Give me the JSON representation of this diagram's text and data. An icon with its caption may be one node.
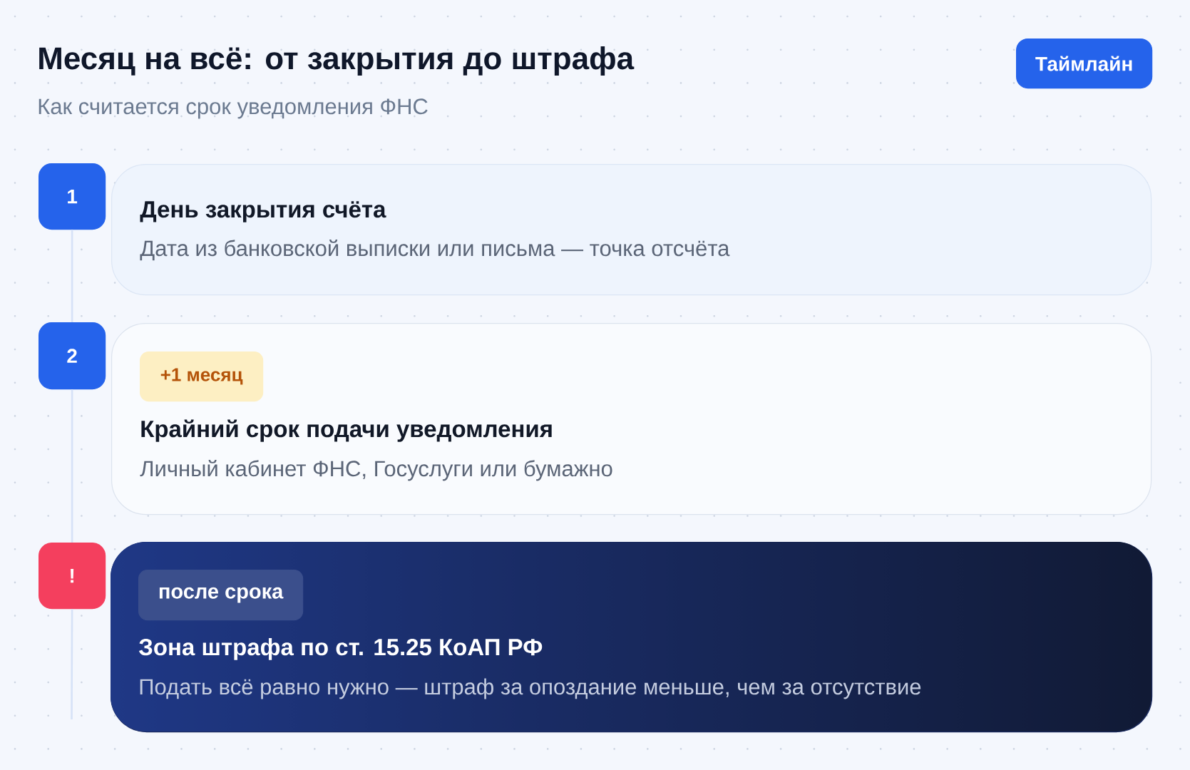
{
  "diagram": {
    "title": "Месяц на всё: от закрытия до штрафа",
    "nodes": [
      {
        "text": [
          "Таймлайн"
        ]
      },
      {
        "text": [
          "1"
        ]
      },
      {
        "text": [
          "День закрытия счёта",
          "Дата из банковской выписки или письма — точка отсчёта"
        ]
      },
      {
        "text": [
          "2"
        ]
      },
      {
        "text": [
          "Крайний срок подачи уведомления",
          "Личный кабинет ФНС, Госуслуги или бумажно"
        ]
      },
      {
        "text": [
          "+1 месяц"
        ],
        "in": 4
      },
      {
        "text": [
          "!"
        ]
      },
      {
        "text": [
          "Зона штрафа по ст. 15.25 КоАП РФ",
          "Подать всё равно нужно — штраф за опоздание меньше, чем за отсутствие"
        ]
      },
      {
        "text": [
          "после срока"
        ],
        "in": 7
      }
    ],
    "edges": [
      {
        "from": 1,
        "to": 3,
        "arrow": "none"
      },
      {
        "from": 3,
        "to": 6,
        "arrow": "none"
      },
      {
        "from": 6,
        "to": null,
        "arrow": "none"
      }
    ],
    "labels": [
      "Как считается срок уведомления ФНС"
    ]
  }
}
